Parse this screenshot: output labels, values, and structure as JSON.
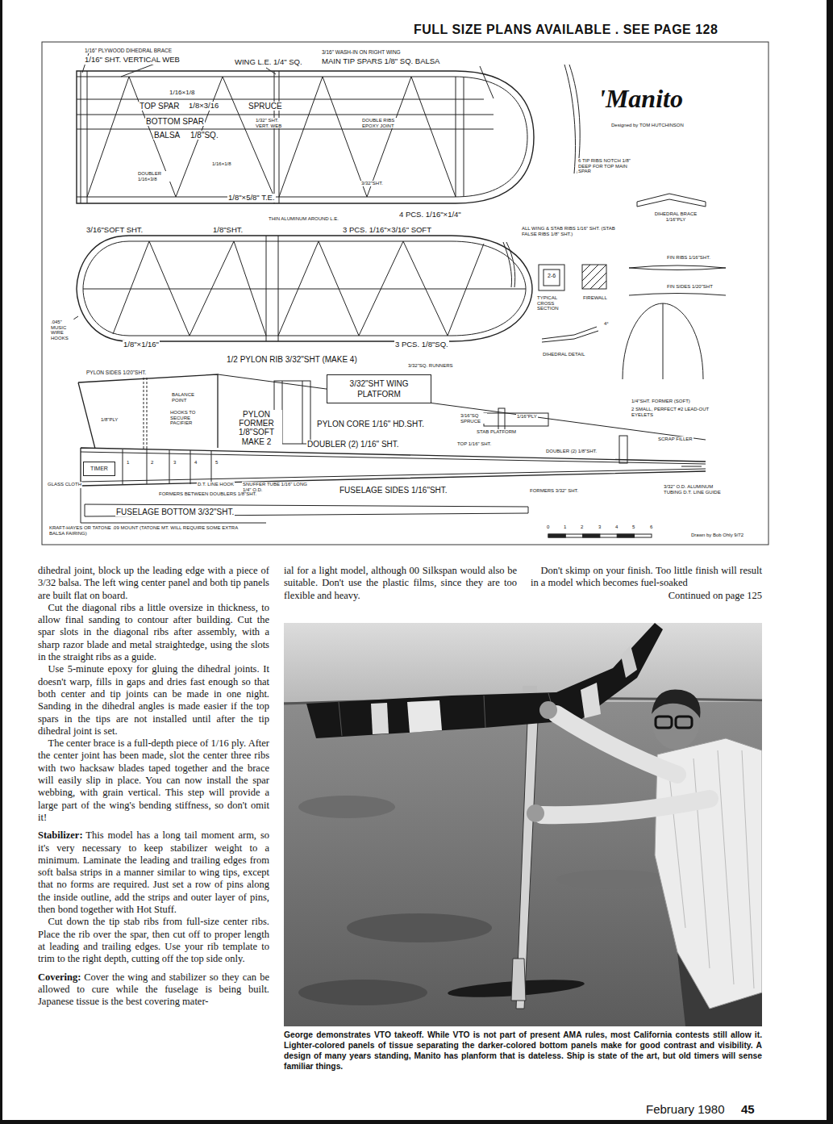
{
  "diagram": {
    "title": "'Manito",
    "caption": "George demonstrates VTO takeoff. While VTO is not part of present AMA rules, most California contests still allow it. Lighter-colored panels of tissue separating the darker-colored bottom panels make for good contrast and visibility. A design of many years standing, Manito has planform that is dateless. Ship is state of the art, but old timers will sense familiar things.",
    "nodes": [
      {
        "text": [
          "3/32\"SHT WING PLATFORM"
        ]
      },
      {
        "text": [
          "TIMER"
        ]
      }
    ],
    "labels": [
      "FULL SIZE PLANS AVAILABLE . SEE PAGE 128",
      "1/16\" PLYWOOD DIHEDRAL BRACE",
      "1/16\" SHT. VERTICAL WEB",
      "WING L.E. 1/4\" SQ.",
      "3/16\" WASH-IN ON RIGHT WING",
      "MAIN TIP SPARS 1/8\" SQ. BALSA",
      "1/16×1/8",
      "TOP SPAR",
      "1/8×3/16",
      "SPRUCE",
      "BOTTOM SPAR",
      "BALSA",
      "1/8\"SQ.",
      "1/32\" SHT. VERT. WEB",
      "DOUBLE RIBS EPOXY JOINT",
      "1/16×1/8",
      "DOUBLER 1/16×3/8",
      "3/32\"SHT.",
      "1/8\"×5/8\" T.E.",
      "4 PCS. 1/16\"×1/4\"",
      "Designed by TOM HUTCHINSON",
      "6 TIP RIBS NOTCH 1/8\" DEEP FOR TOP MAIN SPAR",
      "DIHEDRAL BRACE 1/16\"PLY",
      "3/16\"SOFT SHT.",
      "1/8\"SHT.",
      "THIN ALUMINUM AROUND L.E.",
      "3 PCS. 1/16\"×3/16\" SOFT",
      ".045\" MUSIC WIRE HOOKS",
      "1/8\"×1/16\"",
      "3 PCS. 1/8\"SQ.",
      "ALL WING & STAB RIBS 1/16\" SHT. (STAB FALSE RIBS 1/8\" SHT.)",
      "FIN RIBS 1/16\"SHT.",
      "FIN SIDES 1/20\"SHT",
      "2-6",
      "TYPICAL CROSS SECTION",
      "FIREWALL",
      "DIHEDRAL DETAIL",
      "4°",
      "1/2 PYLON RIB 3/32\"SHT (MAKE 4)",
      "PYLON SIDES 1/20\"SHT.",
      "BALANCE POINT",
      "HOOKS TO SECURE PACIFIER",
      "1/8\"PLY",
      "PYLON FORMER 1/8\"SOFT MAKE 2",
      "PYLON CORE 1/16\" HD.SHT.",
      "3/32\"SQ. RUNNERS",
      "3/16\"SQ SPRUCE",
      "1/16\"PLY",
      "STAB PLATFORM",
      "1/4\"SHT. FORMER (SOFT)",
      "2 SMALL, PERFECT #2 LEAD-OUT EYELETS",
      "SCRAP FILLER",
      "DOUBLER (2) 1/16\" SHT.",
      "TOP 1/16\" SHT.",
      "DOUBLER (2) 1/8\"SHT.",
      "GLASS CLOTH",
      "D.T. LINE HOOK",
      "SNUFFER TUBE 1/16\" LONG 1/4\" O.D.",
      "FORMERS BETWEEN DOUBLERS 1/8\"SHT.",
      "FUSELAGE SIDES 1/16\"SHT.",
      "FORMERS 3/32\" SHT.",
      "3/32\" O.D. ALUMINUM TUBING D.T. LINE GUIDE",
      "FUSELAGE BOTTOM 3/32\"SHT.",
      "KRAFT-HAYES OR TATONE .09 MOUNT (TATONE MT. WILL REQUIRE SOME EXTRA BALSA FAIRING)",
      "1",
      "2",
      "3",
      "4",
      "5",
      "0",
      "1",
      "2",
      "3",
      "4",
      "5",
      "6",
      "Drawn by Bob Ohly 9/72",
      "dihedral joint, block up the leading edge with a piece of 3/32 balsa. The left wing center panel and both tip panels are built flat on board.",
      "Cut the diagonal ribs a little oversize in thickness, to allow final sanding to contour after building. Cut the spar slots in the diagonal ribs after assembly, with a sharp razor blade and metal straightedge, using the slots in the straight ribs as a guide.",
      "Use 5-minute epoxy for gluing the dihedral joints. It doesn't warp, fills in gaps and dries fast enough so that both center and tip joints can be made in one night. Sanding in the dihedral angles is made easier if the top spars in the tips are not installed until after the tip dihedral joint is set.",
      "The center brace is a full-depth piece of 1/16 ply. After the center joint has been made, slot the center three ribs with two hacksaw blades taped together and the brace will easily slip in place. You can now install the spar webbing, with grain vertical. This step will provide a large part of the wing's bending stiffness, so don't omit it!",
      "Stabilizer:",
      "This model has a long tail moment arm, so it's very necessary to keep stabilizer weight to a minimum. Laminate the leading and trailing edges from soft balsa strips in a manner similar to wing tips, except that no forms are required. Just set a row of pins along the inside outline, add the strips and outer layer of pins, then bond together with Hot Stuff.",
      "Cut down the tip stab ribs from full-size center ribs. Place the rib over the spar, then cut off to proper length at leading and trailing edges. Use your rib template to trim to the right depth, cutting off the top side only.",
      "Covering:",
      "Cover the wing and stabilizer so they can be allowed to cure while the fuselage is being built. Japanese tissue is the best covering mater-",
      "ial for a light model, although 00 Silkspan would also be suitable. Don't use the plastic films, since they are too flexible and heavy.",
      "Don't skimp on your finish. Too little finish will result in a model which becomes fuel-soaked",
      "Continued on page 125",
      "February 1980",
      "45"
    ]
  }
}
